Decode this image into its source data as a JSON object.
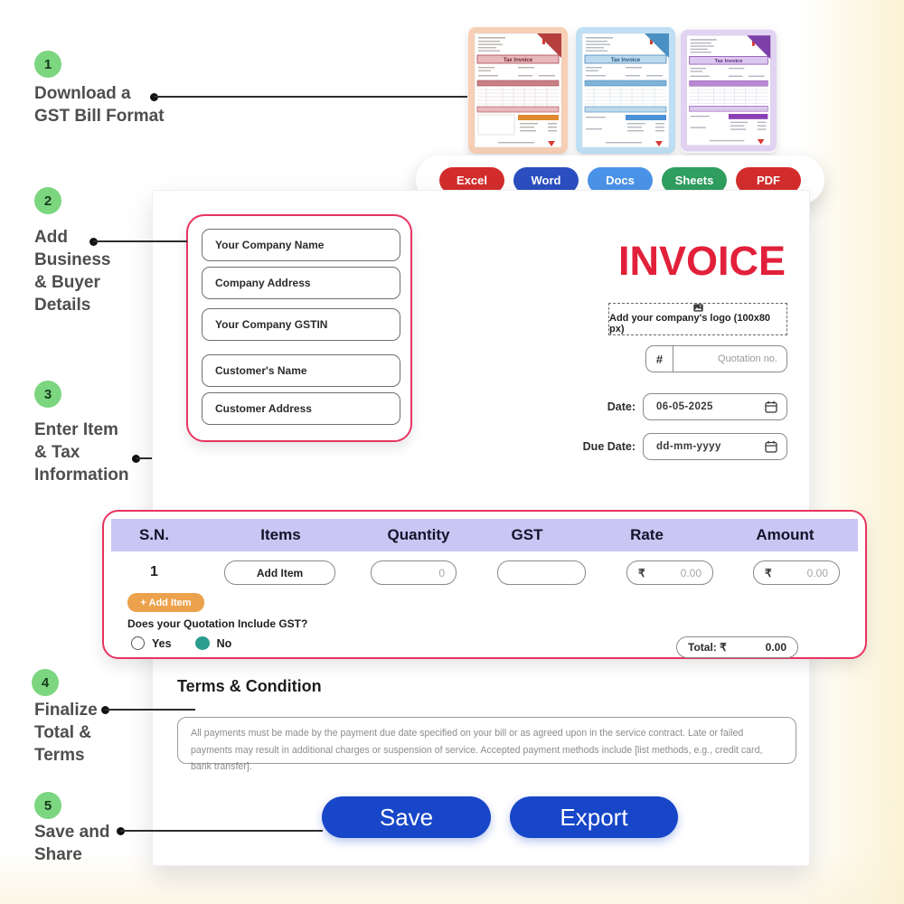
{
  "steps": [
    {
      "num": "1",
      "label": "Download a\nGST Bill Format"
    },
    {
      "num": "2",
      "label": "Add\nBusiness\n& Buyer\nDetails"
    },
    {
      "num": "3",
      "label": "Enter Item\n& Tax\nInformation"
    },
    {
      "num": "4",
      "label": "Finalize\nTotal &\nTerms"
    },
    {
      "num": "5",
      "label": "Save and\nShare"
    }
  ],
  "templates": {
    "title": "Tax Invoice"
  },
  "format_buttons": [
    {
      "label": "Excel",
      "color": "#d32c2c"
    },
    {
      "label": "Word",
      "color": "#2b4fc0"
    },
    {
      "label": "Docs",
      "color": "#4b93e8"
    },
    {
      "label": "Sheets",
      "color": "#2f9e5e"
    },
    {
      "label": "PDF",
      "color": "#d32c2c"
    }
  ],
  "invoice": {
    "title": "INVOICE",
    "logo_box_text": "Add your company's logo (100x80 px)",
    "quotation": {
      "prefix": "#",
      "placeholder": "Quotation no."
    },
    "date": {
      "label": "Date:",
      "value": "06-05-2025"
    },
    "due_date": {
      "label": "Due Date:",
      "value": "dd-mm-yyyy"
    },
    "fields": [
      {
        "label": "Your Company Name"
      },
      {
        "label": "Company Address"
      },
      {
        "label": "Your Company GSTIN"
      },
      {
        "label": "Customer's Name"
      },
      {
        "label": "Customer Address"
      }
    ],
    "table": {
      "columns": [
        "S.N.",
        "Items",
        "Quantity",
        "GST",
        "Rate",
        "Amount"
      ],
      "row": {
        "sn": "1",
        "item_placeholder": "Add Item",
        "quantity_placeholder": "0",
        "rate_currency": "₹",
        "rate_placeholder": "0.00",
        "amount_currency": "₹",
        "amount_placeholder": "0.00"
      },
      "add_item_button": "+ Add Item",
      "gst_question": "Does your Quotation Include GST?",
      "radio_yes": "Yes",
      "radio_no": "No",
      "total_label": "Total:",
      "total_currency": "₹",
      "total_value": "0.00"
    },
    "terms": {
      "heading": "Terms & Condition",
      "text": "All payments must be made by the payment due date specified on your bill or as agreed upon in the service contract. Late or failed payments may result in additional charges or suspension of service. Accepted payment methods include [list methods, e.g., credit card, bank transfer]."
    },
    "actions": {
      "save": "Save",
      "export": "Export"
    }
  },
  "colors": {
    "accent_pink": "#e8345f",
    "invoice_red": "#e2203a",
    "step_green": "#7cd680",
    "header_lavender": "#cac6f3",
    "primary_blue": "#1746c8",
    "add_item_orange": "#eca24d",
    "radio_teal": "#2a9d8f"
  }
}
